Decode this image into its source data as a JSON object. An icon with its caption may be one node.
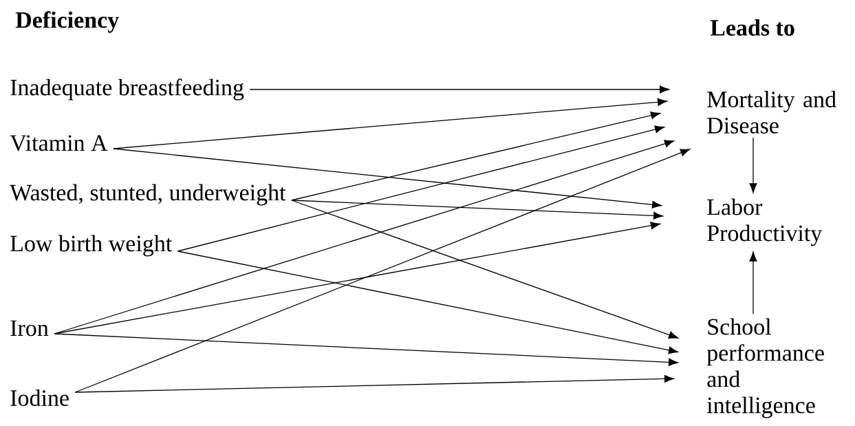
{
  "diagram": {
    "nodes": [
      {
        "text": [
          "Inadequate breastfeeding"
        ]
      },
      {
        "text": [
          "Vitamin A"
        ]
      },
      {
        "text": [
          "Wasted, stunted, underweight"
        ]
      },
      {
        "text": [
          "Low birth weight"
        ]
      },
      {
        "text": [
          "Iron"
        ]
      },
      {
        "text": [
          "Iodine"
        ]
      },
      {
        "text": [
          "Mortality and Disease"
        ]
      },
      {
        "text": [
          "Labor Productivity"
        ]
      },
      {
        "text": [
          "School performance and intelligence"
        ]
      }
    ],
    "edges": [
      {
        "from": 0,
        "to": 6,
        "arrow": "to"
      },
      {
        "from": 1,
        "to": 6,
        "arrow": "to"
      },
      {
        "from": 2,
        "to": 6,
        "arrow": "to"
      },
      {
        "from": 3,
        "to": 6,
        "arrow": "to"
      },
      {
        "from": 4,
        "to": 6,
        "arrow": "to"
      },
      {
        "from": 5,
        "to": 6,
        "arrow": "to"
      },
      {
        "from": 1,
        "to": 7,
        "arrow": "to"
      },
      {
        "from": 2,
        "to": 7,
        "arrow": "to"
      },
      {
        "from": 4,
        "to": 7,
        "arrow": "to"
      },
      {
        "from": 2,
        "to": 8,
        "arrow": "to"
      },
      {
        "from": 3,
        "to": 8,
        "arrow": "to"
      },
      {
        "from": 4,
        "to": 8,
        "arrow": "to"
      },
      {
        "from": 5,
        "to": 8,
        "arrow": "to"
      },
      {
        "from": 6,
        "to": 7,
        "arrow": "to"
      },
      {
        "from": 8,
        "to": 7,
        "arrow": "to"
      }
    ],
    "labels": [
      "Deficiency",
      "Leads to"
    ]
  }
}
